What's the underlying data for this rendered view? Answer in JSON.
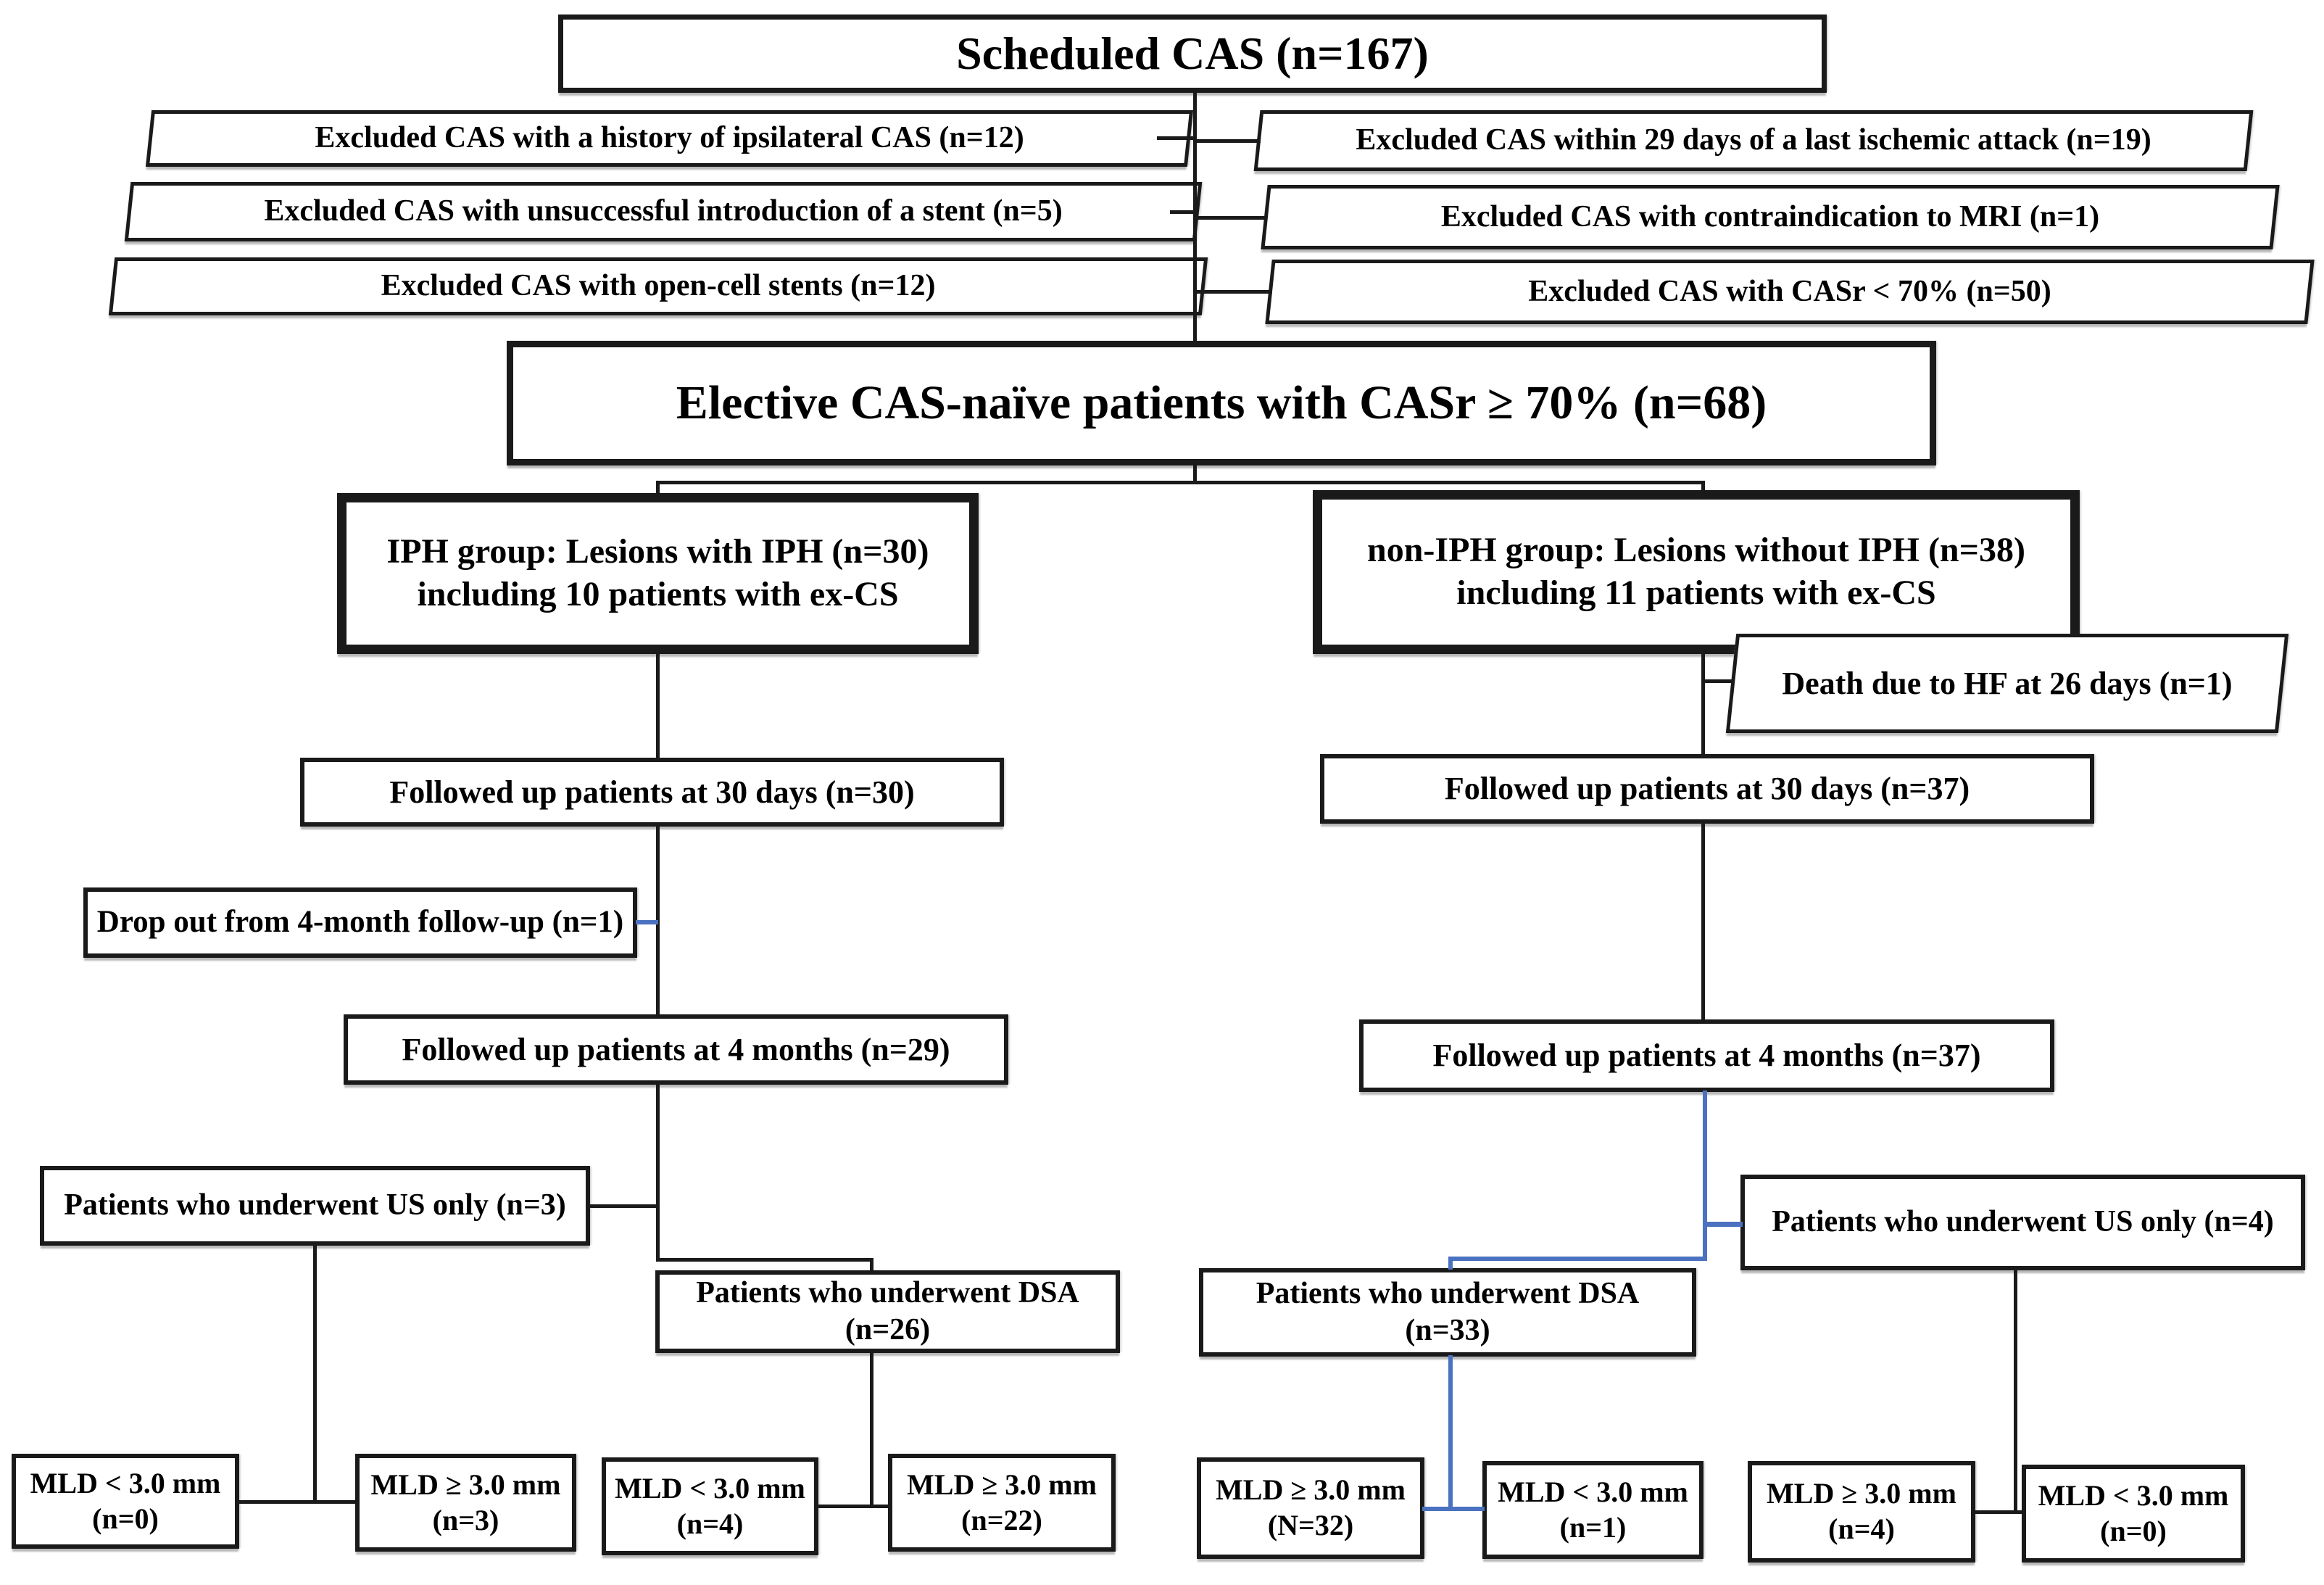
{
  "diagram_title": "CAS study patient flow diagram",
  "colors": {
    "black_line": "#1a1a1a",
    "blue_line": "#4a72c0",
    "box_border": "#1a1a1a",
    "background": "#ffffff",
    "text": "#000000"
  },
  "nodes": {
    "scheduled": "Scheduled CAS (n=167)",
    "excl_left": [
      "Excluded CAS with a history of ipsilateral CAS (n=12)",
      "Excluded CAS with unsuccessful introduction of a stent (n=5)",
      "Excluded CAS with open-cell stents (n=12)"
    ],
    "excl_right": [
      "Excluded CAS within 29 days of a last ischemic attack (n=19)",
      "Excluded CAS with contraindication to MRI (n=1)",
      "Excluded CAS with CASr < 70% (n=50)"
    ],
    "elective": "Elective CAS-naïve patients with CASr ≥ 70%  (n=68)",
    "iph_group": {
      "line1": "IPH group: Lesions with IPH (n=30)",
      "line2": "including 10 patients with ex-CS"
    },
    "non_iph_group": {
      "line1": "non-IPH group: Lesions without IPH (n=38)",
      "line2": "including 11 patients with ex-CS"
    },
    "death": "Death due to HF at 26 days (n=1)",
    "left": {
      "fu30": "Followed up patients at 30 days (n=30)",
      "dropout": "Drop out from 4-month follow-up (n=1)",
      "fu4m": "Followed up patients at 4 months (n=29)",
      "us_only": "Patients who underwent US only (n=3)",
      "dsa": {
        "line1": "Patients who underwent DSA",
        "line2": "(n=26)"
      },
      "mld": [
        {
          "line1": "MLD < 3.0 mm",
          "line2": "(n=0)"
        },
        {
          "line1": "MLD ≥ 3.0 mm",
          "line2": "(n=3)"
        },
        {
          "line1": "MLD < 3.0 mm",
          "line2": "(n=4)"
        },
        {
          "line1": "MLD ≥ 3.0 mm",
          "line2": "(n=22)"
        }
      ]
    },
    "right": {
      "fu30": "Followed up patients at 30 days (n=37)",
      "fu4m": "Followed up patients at 4 months  (n=37)",
      "us_only": "Patients who underwent US only (n=4)",
      "dsa": {
        "line1": "Patients who underwent DSA",
        "line2": "(n=33)"
      },
      "mld": [
        {
          "line1": "MLD ≥ 3.0 mm",
          "line2": "(N=32)"
        },
        {
          "line1": "MLD < 3.0 mm",
          "line2": "(n=1)"
        },
        {
          "line1": "MLD ≥ 3.0 mm",
          "line2": "(n=4)"
        },
        {
          "line1": "MLD < 3.0 mm",
          "line2": "(n=0)"
        }
      ]
    }
  }
}
